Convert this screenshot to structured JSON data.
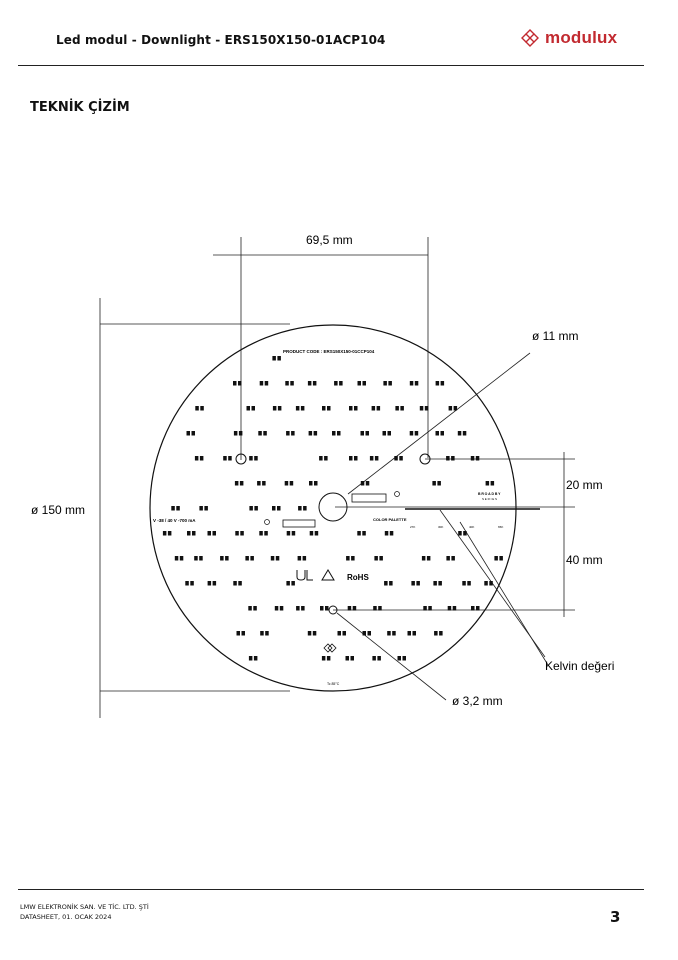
{
  "header": {
    "title": "Led modul - Downlight - ERS150X150-01ACP104",
    "brand": "modulux"
  },
  "section_title": "TEKNİK ÇİZİM",
  "drawing": {
    "dim_top_width": "69,5 mm",
    "dim_diameter": "ø 150 mm",
    "dim_large_hole": "ø 11 mm",
    "dim_spacing_20": "20 mm",
    "dim_spacing_40": "40 mm",
    "dim_small_hole": "ø 3,2 mm",
    "kelvin_label": "Kelvin değeri",
    "pcb": {
      "product_code": "PRODUCT CODE : ERS150X150-01CCP104",
      "voltage_spec": "V -38 / 40 V -700 mA",
      "color_palette": "COLOR PALETTE",
      "palette_values": [
        "27K",
        "30K",
        "40K",
        "65K"
      ],
      "series_line1": "BROADBY",
      "series_line2": "SERIES",
      "rohs": "RoHS",
      "temp_mark": "Tc 85°C"
    }
  },
  "footer": {
    "company": "LMW ELEKTRONİK SAN. VE TİC. LTD. ŞTİ",
    "datasheet": "DATASHEET, 01. OCAK 2024",
    "page_number": "3"
  }
}
